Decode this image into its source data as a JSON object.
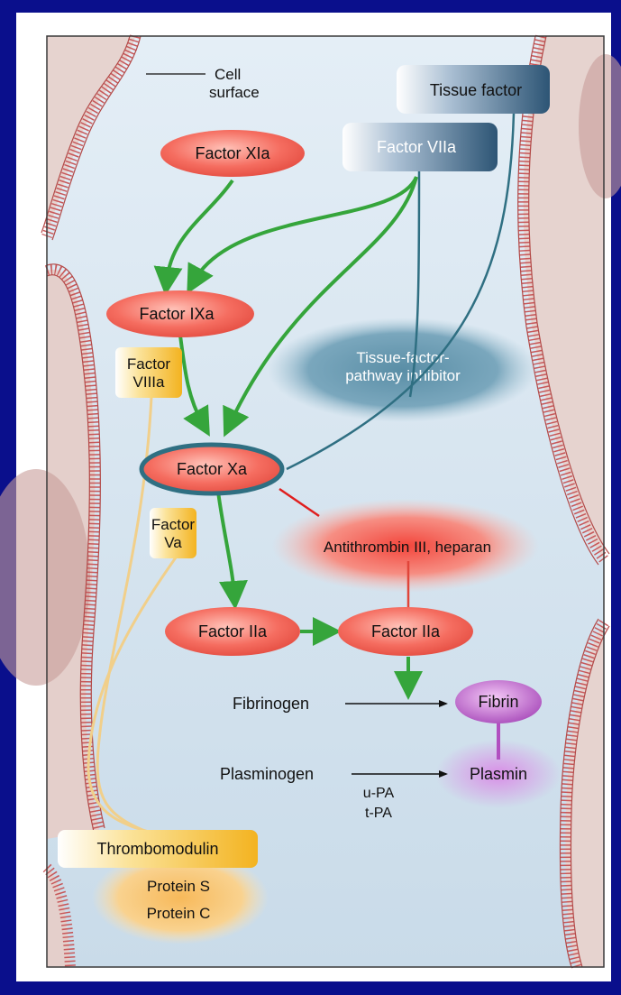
{
  "diagram": {
    "cell_surface_label_1": "Cell",
    "cell_surface_label_2": "surface",
    "tissue_factor": "Tissue factor",
    "factor_viia": "Factor VIIa",
    "factor_xia": "Factor XIa",
    "factor_ixa": "Factor IXa",
    "factor_viiia_1": "Factor",
    "factor_viiia_2": "VIIIa",
    "tfpi_1": "Tissue-factor-",
    "tfpi_2": "pathway inhibitor",
    "factor_xa": "Factor Xa",
    "factor_va_1": "Factor",
    "factor_va_2": "Va",
    "antithrombin": "Antithrombin III, heparan",
    "factor_iia_left": "Factor IIa",
    "factor_iia_right": "Factor IIa",
    "fibrinogen": "Fibrinogen",
    "fibrin": "Fibrin",
    "plasminogen": "Plasminogen",
    "plasmin": "Plasmin",
    "u_pa": "u-PA",
    "t_pa": "t-PA",
    "thrombomodulin": "Thrombomodulin",
    "protein_s": "Protein S",
    "protein_c": "Protein C"
  },
  "colors": {
    "frame_background": "#0a0f8c",
    "lumen": "#d8e7f2",
    "arrow_green": "#35a53b",
    "connector_teal": "#2f6f82",
    "inhibit_red": "#e01e1e",
    "factor_red": "#f0645a",
    "factor_blue": "#3a5f82",
    "factor_yellow": "#f6c23a",
    "fibrin_purple": "#b14fc0"
  }
}
